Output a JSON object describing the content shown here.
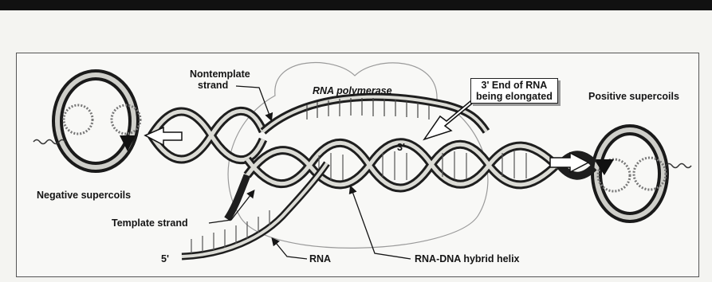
{
  "labels": {
    "nontemplate_line1": "Nontemplate",
    "nontemplate_line2": "strand",
    "rna_polymerase": "RNA polymerase",
    "three_prime_end_line1": "3' End of RNA",
    "three_prime_end_line2": "being elongated",
    "positive_supercoils": "Positive supercoils",
    "negative_supercoils": "Negative supercoils",
    "template_strand": "Template strand",
    "rna": "RNA",
    "rna_dna_hybrid": "RNA-DNA hybrid helix",
    "five_prime": "5'",
    "three_prime": "3'"
  },
  "colors": {
    "ink": "#151515",
    "paper": "#f8f8f6",
    "strand_dark": "#2a2a2a",
    "strand_light": "#d9d9d4"
  }
}
